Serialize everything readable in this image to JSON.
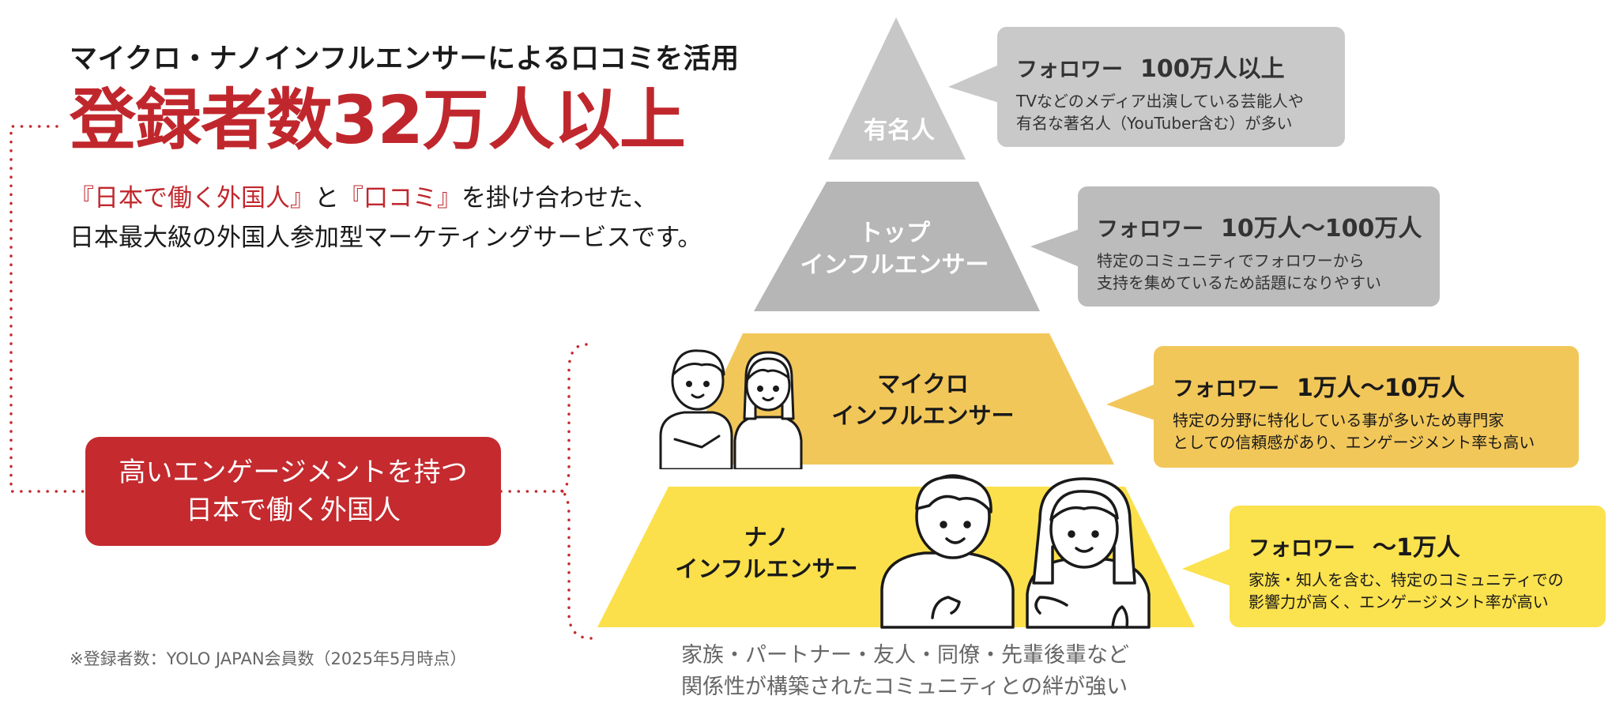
{
  "subtitle": "マイクロ・ナノインフルエンサーによる口コミを活用",
  "headline": "登録者数32万人以上",
  "description": {
    "line1_part1": "『日本で働く外国人』",
    "line1_part2": "と",
    "line1_part3": "『口コミ』",
    "line1_part4": "を掛け合わせた、",
    "line2": "日本最大級の外国人参加型マーケティングサービスです。"
  },
  "engagement_box": {
    "line1": "高いエンゲージメントを持つ",
    "line2": "日本で働く外国人"
  },
  "footnote": "※登録者数：YOLO JAPAN会員数（2025年5月時点）",
  "tiers": [
    {
      "label_lines": [
        "有名人"
      ],
      "follower_label": "フォロワー",
      "follower_range": "100万人以上",
      "desc_lines": [
        "TVなどのメディア出演している芸能人や",
        "有名な著名人（YouTuber含む）が多い"
      ]
    },
    {
      "label_lines": [
        "トップ",
        "インフルエンサー"
      ],
      "follower_label": "フォロワー",
      "follower_range": "10万人〜100万人",
      "desc_lines": [
        "特定のコミュニティでフォロワーから",
        "支持を集めているため話題になりやすい"
      ]
    },
    {
      "label_lines": [
        "マイクロ",
        "インフルエンサー"
      ],
      "follower_label": "フォロワー",
      "follower_range": "1万人〜10万人",
      "desc_lines": [
        "特定の分野に特化している事が多いため専門家",
        "としての信頼感があり、エンゲージメント率も高い"
      ]
    },
    {
      "label_lines": [
        "ナノ",
        "インフルエンサー"
      ],
      "follower_label": "フォロワー",
      "follower_range": "〜1万人",
      "desc_lines": [
        "家族・知人を含む、特定のコミュニティでの",
        "影響力が高く、エンゲージメント率が高い"
      ]
    }
  ],
  "community_note": {
    "line1": "家族・パートナー・友人・同僚・先輩後輩など",
    "line2": "関係性が構築されたコミュニティとの絆が強い"
  },
  "colors": {
    "accent_red": "#c42a2e",
    "tier_celebrity": "#c7c7c7",
    "tier_top": "#b6b6b6",
    "tier_micro": "#f2c75a",
    "tier_nano": "#fbe04b",
    "bubble_celebrity": "#c9c9c9",
    "bubble_top": "#bcbcbc",
    "bubble_micro": "#f2c75a",
    "bubble_nano": "#fbe24f"
  }
}
